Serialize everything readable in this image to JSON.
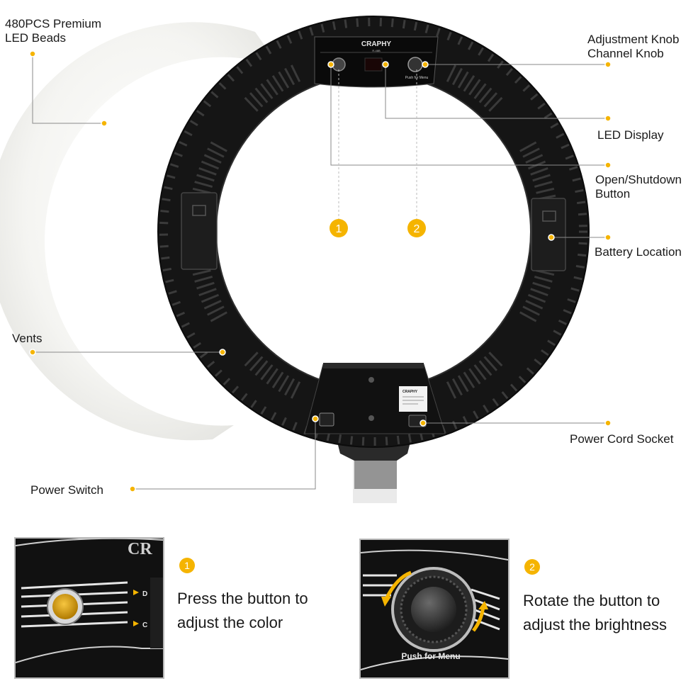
{
  "brand": {
    "logo_text": "CRAPHY",
    "model_text": "R-48B",
    "knob_caption": "Push for Menu",
    "label_brand": "CRAPHY"
  },
  "callouts": {
    "led_beads": "480PCS Premium\nLED Beads",
    "adjust_knob": "Adjustment Knob\nChannel Knob",
    "led_display": "LED Display",
    "open_shutdown": "Open/Shutdown\nButton",
    "battery": "Battery Location",
    "vents": "Vents",
    "power_cord": "Power  Cord Socket",
    "power_switch": "Power Switch"
  },
  "markers": {
    "one": "1",
    "two": "2"
  },
  "inset_left": {
    "logo_fragment": "CR",
    "arrow_d": "D",
    "arrow_c": "C"
  },
  "inset_right": {
    "caption": "Push for Menu"
  },
  "instructions": {
    "one": "Press the button to\nadjust the color",
    "two": "Rotate the button to\nadjust the brightness"
  },
  "colors": {
    "accent": "#f5b400",
    "ring": "#151515",
    "diffuser": "#f1f1ee",
    "leader_line": "#8a8a8a"
  }
}
